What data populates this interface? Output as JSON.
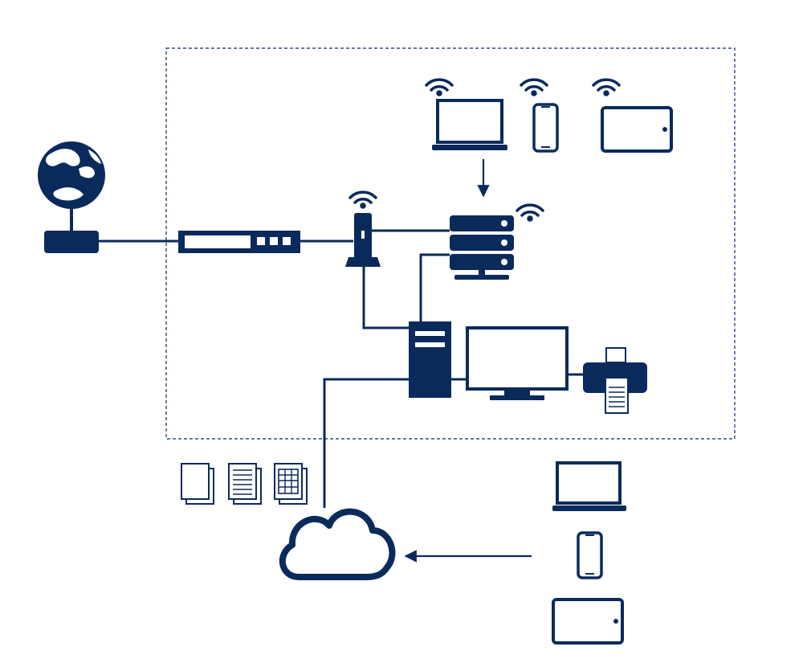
{
  "diagram": {
    "type": "network-topology",
    "colors": {
      "primary": "#0b2a5c",
      "background": "#ffffff"
    },
    "nodes": [
      {
        "id": "internet",
        "icon": "globe-icon"
      },
      {
        "id": "modem",
        "icon": "network-terminal-icon"
      },
      {
        "id": "firewall",
        "icon": "firewall-appliance-icon"
      },
      {
        "id": "wireless-router",
        "icon": "wifi-router-icon"
      },
      {
        "id": "nas-server",
        "icon": "server-stack-icon"
      },
      {
        "id": "desktop-tower",
        "icon": "pc-tower-icon"
      },
      {
        "id": "monitor",
        "icon": "monitor-icon"
      },
      {
        "id": "printer",
        "icon": "printer-icon"
      },
      {
        "id": "lan-laptop",
        "icon": "laptop-icon"
      },
      {
        "id": "lan-phone",
        "icon": "smartphone-icon"
      },
      {
        "id": "lan-tablet",
        "icon": "tablet-icon"
      },
      {
        "id": "cloud",
        "icon": "cloud-icon"
      },
      {
        "id": "remote-laptop",
        "icon": "laptop-icon"
      },
      {
        "id": "remote-phone",
        "icon": "smartphone-icon"
      },
      {
        "id": "remote-tablet",
        "icon": "tablet-icon"
      },
      {
        "id": "doc-blank",
        "icon": "document-icon"
      },
      {
        "id": "doc-text",
        "icon": "text-document-icon"
      },
      {
        "id": "doc-spreadsheet",
        "icon": "spreadsheet-document-icon"
      }
    ],
    "edges": [
      {
        "from": "modem",
        "to": "firewall",
        "style": "solid"
      },
      {
        "from": "firewall",
        "to": "wireless-router",
        "style": "solid"
      },
      {
        "from": "wireless-router",
        "to": "nas-server",
        "style": "solid"
      },
      {
        "from": "wireless-router",
        "to": "desktop-tower",
        "style": "solid"
      },
      {
        "from": "nas-server",
        "to": "desktop-tower",
        "style": "solid"
      },
      {
        "from": "desktop-tower",
        "to": "monitor",
        "style": "solid"
      },
      {
        "from": "monitor",
        "to": "printer",
        "style": "solid"
      },
      {
        "from": "desktop-tower",
        "to": "cloud",
        "style": "solid"
      },
      {
        "from": "lan-laptop",
        "to": "nas-server",
        "style": "arrow"
      },
      {
        "from": "remote-phone",
        "to": "cloud",
        "style": "arrow"
      }
    ],
    "groups": [
      {
        "id": "local-network",
        "border": "dashed"
      }
    ]
  }
}
